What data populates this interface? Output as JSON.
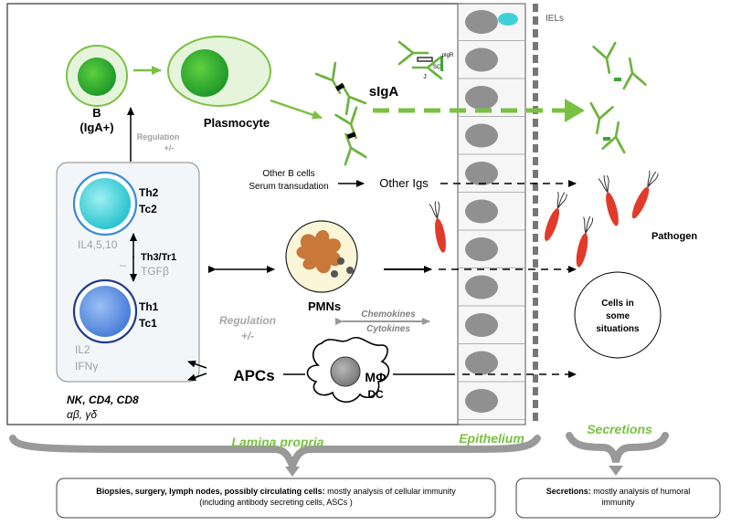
{
  "cells": {
    "b_cell_line1": "B",
    "b_cell_line2": "(IgA+)",
    "plasmocyte": "Plasmocyte",
    "siga": "sIgA",
    "pigr": "pIgR",
    "sc": "SC",
    "j": "J",
    "iels": "IELs",
    "regulation_top_line1": "Regulation",
    "regulation_top_line2": "+/-",
    "th2": "Th2",
    "tc2": "Tc2",
    "il4510": "IL4,5,10",
    "th3tr1": "Th3/Tr1",
    "tgfb": "TGFβ",
    "minus": "–",
    "th1": "Th1",
    "tc1": "Tc1",
    "il2": "IL2",
    "ifng": "IFNγ",
    "other_b_line1": "Other B cells",
    "other_b_line2": "Serum transudation",
    "other_igs": "Other Igs",
    "pmns": "PMNs",
    "chemokines": "Chemokines",
    "cytokines": "Cytokines",
    "regulation_mid_line1": "Regulation",
    "regulation_mid_line2": "+/-",
    "apcs": "APCs",
    "mphi": "MΦ",
    "dc": "DC",
    "nk_line1": "NK, CD4, CD8",
    "nk_line2": "αβ, γδ",
    "pathogen": "Pathogen",
    "cells_some_line1": "Cells in",
    "cells_some_line2": "some",
    "cells_some_line3": "situations"
  },
  "regions": {
    "lamina_propria": "Lamina propria",
    "epithelium": "Epithelium",
    "secretions": "Secretions"
  },
  "boxes": {
    "left_bold": "Biopsies, surgery, lymph nodes, possibly circulating cells:",
    "left_rest": " mostly analysis of cellular immunity",
    "left_line2": "(including antibody secreting cells, ASCs )",
    "right_bold": "Secretions:",
    "right_rest": " mostly analysis of humoral",
    "right_line2": "immunity"
  },
  "colors": {
    "green": "#7ac143",
    "dark_green": "#3aa832",
    "cyan": "#40d0d8",
    "blue": "#5a8fe0",
    "red": "#e23a2a",
    "gray_text": "#a0a0a0",
    "epithelium_cell": "#909090"
  }
}
